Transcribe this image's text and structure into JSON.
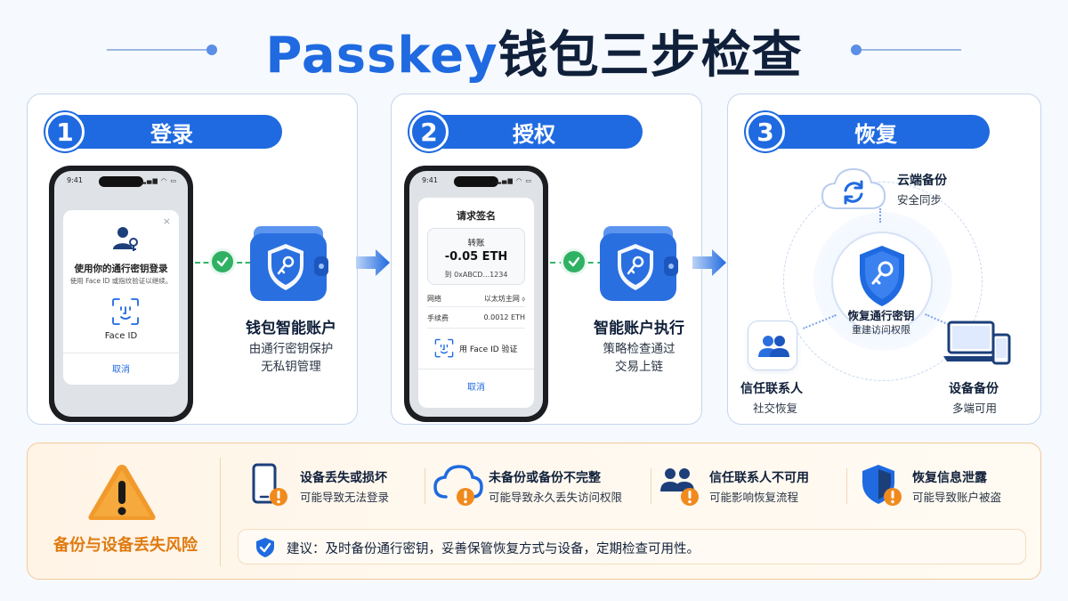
{
  "title": {
    "part1": "Passkey",
    "part2": "钱包三步检查"
  },
  "steps": [
    {
      "num": "1",
      "label": "登录"
    },
    {
      "num": "2",
      "label": "授权"
    },
    {
      "num": "3",
      "label": "恢复"
    }
  ],
  "phone_status": {
    "time": "9:41",
    "icons": "▂▄▆ ◠ ▭"
  },
  "login_sheet": {
    "close": "×",
    "title": "使用你的通行密钥登录",
    "subtitle": "使用 Face ID 或指纹验证以继续。",
    "faceid": "Face ID",
    "cancel": "取消"
  },
  "sign_sheet": {
    "title": "请求签名",
    "tx_label": "转账",
    "amount": "-0.05 ETH",
    "to": "到 0xABCD...1234",
    "network_key": "网络",
    "network_val": "以太坊主网 ⬨",
    "fee_key": "手续费",
    "fee_val": "0.0012 ETH",
    "faceid": "用 Face ID 验证",
    "cancel": "取消"
  },
  "step1_result": {
    "title": "钱包智能账户",
    "desc1": "由通行密钥保护",
    "desc2": "无私钥管理"
  },
  "step2_result": {
    "title": "智能账户执行",
    "desc1": "策略检查通过",
    "desc2": "交易上链"
  },
  "recovery": {
    "cloud": {
      "title": "云端备份",
      "sub": "安全同步"
    },
    "hub": {
      "title": "恢复通行密钥",
      "sub": "重建访问权限"
    },
    "contacts": {
      "title": "信任联系人",
      "sub": "社交恢复"
    },
    "devices": {
      "title": "设备备份",
      "sub": "多端可用"
    }
  },
  "risk": {
    "title": "备份与设备丢失风险",
    "items": [
      {
        "title": "设备丢失或损坏",
        "sub": "可能导致无法登录"
      },
      {
        "title": "未备份或备份不完整",
        "sub": "可能导致永久丢失访问权限"
      },
      {
        "title": "信任联系人不可用",
        "sub": "可能影响恢复流程"
      },
      {
        "title": "恢复信息泄露",
        "sub": "可能导致账户被盗"
      }
    ],
    "advice": "建议：及时备份通行密钥，妥善保管恢复方式与设备，定期检查可用性。"
  },
  "colors": {
    "accent": "#1f6ae0",
    "success": "#2fb164",
    "warning": "#e07a12"
  }
}
